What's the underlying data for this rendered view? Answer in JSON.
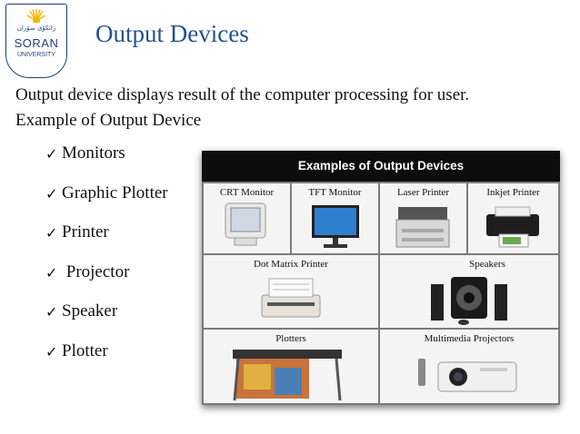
{
  "logo": {
    "arabic_text": "زانكۆی سۆران",
    "name": "SORAN",
    "subtitle": "UNIVERSITY"
  },
  "slide": {
    "title": "Output Devices",
    "line1": "Output device displays result of the computer processing for user.",
    "line2": "Example of Output Device",
    "bullets": [
      "Monitors",
      "Graphic Plotter",
      "Printer",
      " Projector",
      "Speaker",
      "Plotter"
    ],
    "check_glyph": "✓"
  },
  "panel": {
    "heading": "Examples of Output Devices",
    "labels": {
      "crt": "CRT Monitor",
      "tft": "TFT Monitor",
      "laser": "Laser Printer",
      "inkjet": "Inkjet Printer",
      "dotmatrix": "Dot Matrix Printer",
      "speakers": "Speakers",
      "plotters": "Plotters",
      "projectors": "Multimedia Projectors"
    }
  },
  "colors": {
    "title": "#24528f",
    "logo": "#1f3f7a",
    "sun": "#f2b705"
  }
}
